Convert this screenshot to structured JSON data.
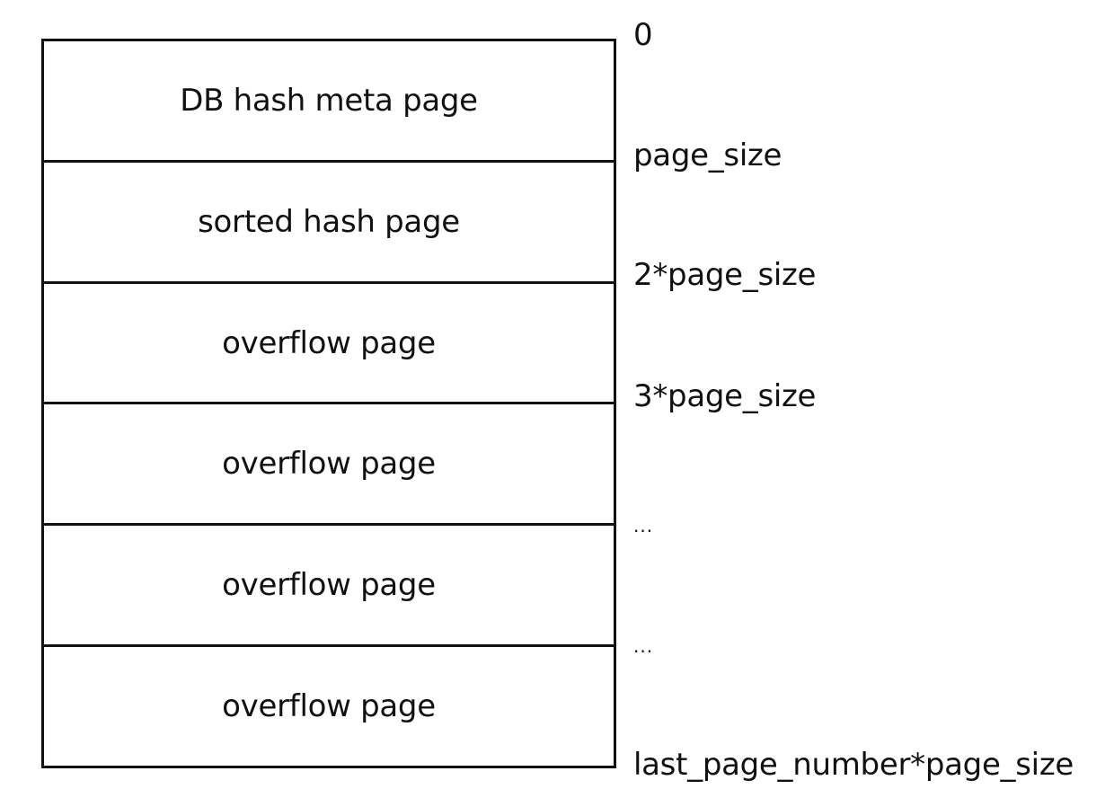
{
  "pages": [
    {
      "label": "DB hash meta page"
    },
    {
      "label": "sorted hash page"
    },
    {
      "label": "overflow page"
    },
    {
      "label": "overflow page"
    },
    {
      "label": "overflow page"
    },
    {
      "label": "overflow page"
    }
  ],
  "offsets": [
    "0",
    "page_size",
    "2*page_size",
    "3*page_size",
    "...",
    "...",
    "last_page_number*page_size"
  ]
}
